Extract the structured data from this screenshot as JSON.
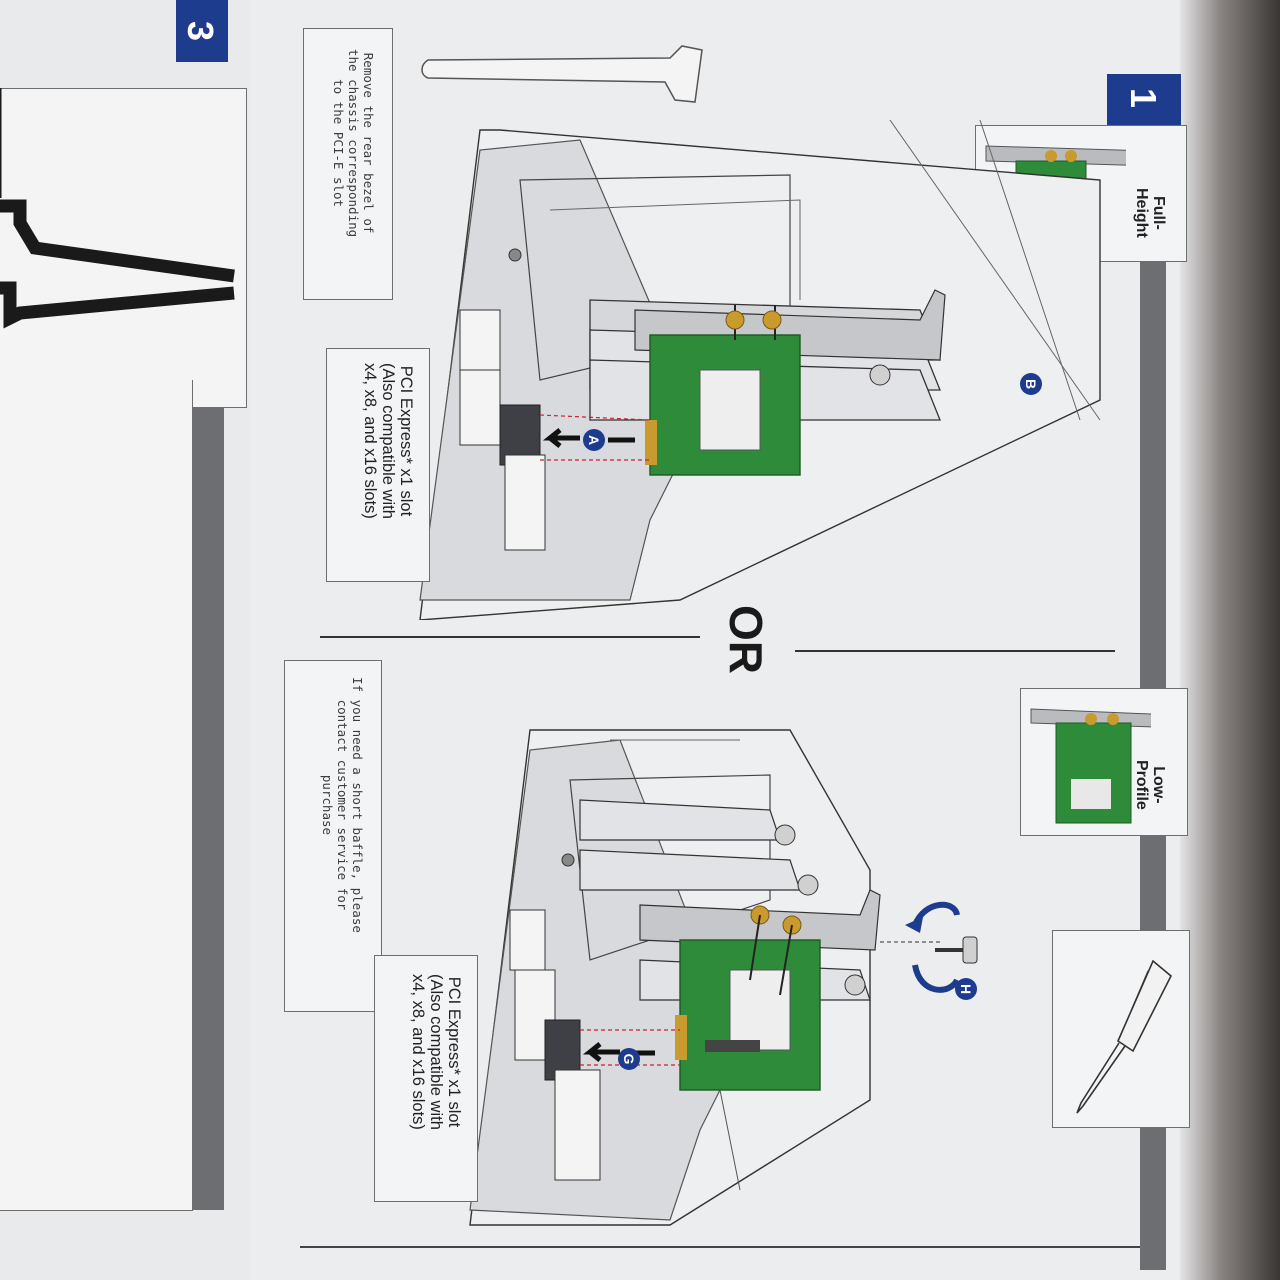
{
  "step3": {
    "number": "3"
  },
  "step1": {
    "number": "1"
  },
  "full_height": {
    "label": "Full-\nHeight",
    "note": "Remove the rear bezel of\nthe chassis corresponding\nto the PCI-E slot",
    "slot_callout": "PCI Express* x1 slot\n(Also compatible with\nx4, x8, and x16 slots)",
    "marker_a": "A",
    "marker_b": "B"
  },
  "separator": "OR",
  "low_profile": {
    "label": "Low-\nProfile",
    "note": "If you need a short baffle, please\ncontact customer service for\npurchase",
    "slot_callout": "PCI Express* x1 slot\n(Also compatible with\nx4, x8, and x16 slots)",
    "marker_g": "G",
    "marker_h": "H"
  },
  "colors": {
    "badge_blue": "#1d3c8e",
    "pcb_green": "#2e8b3a",
    "bracket_gray": "#b9bbbf",
    "paper": "#ecedef",
    "step_bar_gray": "#6c6e72"
  },
  "icons": [
    "screwdriver-icon",
    "screw-icon",
    "rotate-arrow-icon"
  ]
}
